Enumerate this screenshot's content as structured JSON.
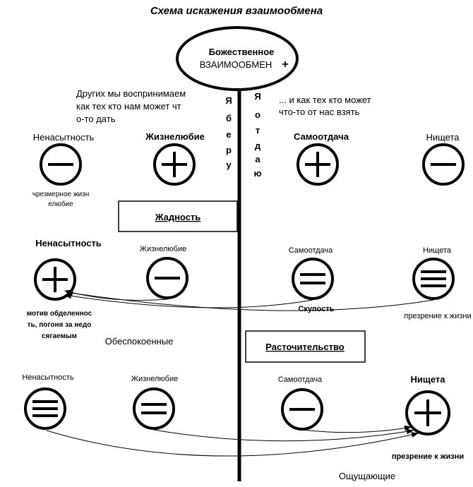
{
  "title": "Схема искажения взаимообмена",
  "top_ellipse": {
    "line1": "Божественное",
    "line2": "ВЗАИМООБМЕН",
    "sign": "+"
  },
  "axis": {
    "left_label": [
      "Я",
      "б",
      "е",
      "р",
      "у"
    ],
    "right_label": [
      "Я",
      "о",
      "т",
      "д",
      "а",
      "ю"
    ]
  },
  "left_caption": [
    "Других мы воспринимаем",
    "как тех кто нам может чт",
    "о-то дать"
  ],
  "right_caption": [
    "... и как тех кто может",
    "что-то от нас взять"
  ],
  "row1": {
    "labels": [
      "Ненасытность",
      "Жизнелюбие",
      "Самоотдача",
      "Нищета"
    ],
    "signs": [
      "minus",
      "plus",
      "plus",
      "minus"
    ],
    "note": [
      "чрезмерное жизн",
      "елюбие"
    ]
  },
  "box1": "Жадность",
  "row2": {
    "labels": [
      "Ненасытность",
      "Жизнелюбие",
      "Самоотдача",
      "Нищета"
    ],
    "signs": [
      "plus",
      "minus",
      "double",
      "triple"
    ],
    "note_left": [
      "мотив обделеннос",
      "ть, погоня за недо",
      "сягаемым"
    ],
    "note_skup": "Скупость",
    "note_right": "презрение к жизни",
    "caption": "Обеспокоенные"
  },
  "box2": "Расточительство",
  "row3": {
    "labels": [
      "Ненасытность",
      "Жизнелюбие",
      "Самоотдача",
      "Нищета"
    ],
    "signs": [
      "triple",
      "double",
      "minus",
      "plus"
    ],
    "note_right": "презрение к жизни",
    "caption": "Ощущающие"
  },
  "colors": {
    "ink": "#000000",
    "background": "#ffffff"
  }
}
